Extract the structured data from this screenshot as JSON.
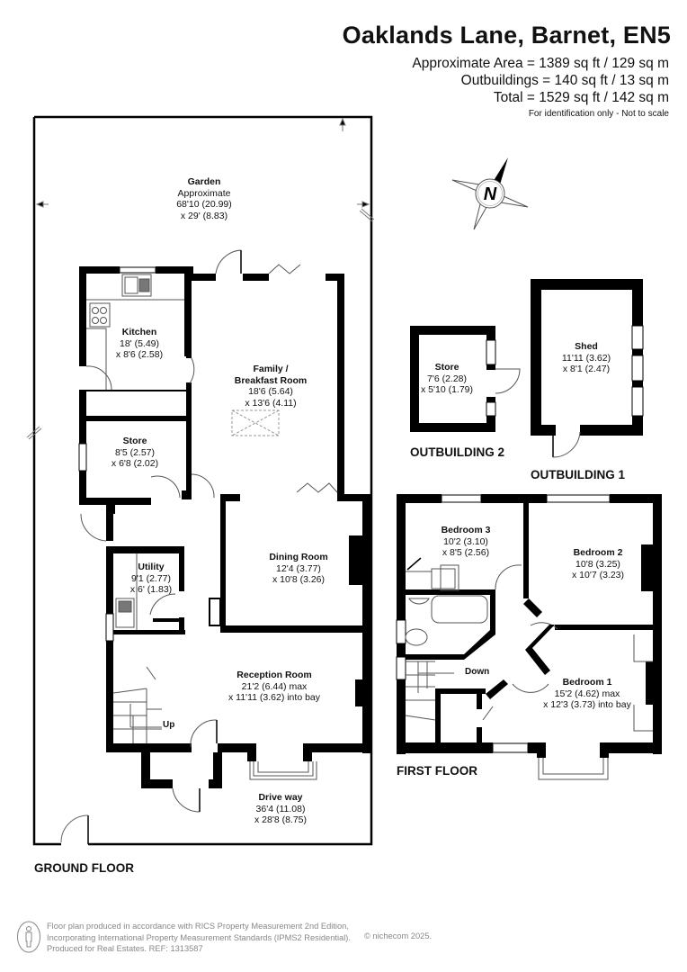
{
  "header": {
    "title": "Oaklands Lane, Barnet, EN5",
    "approximate_area": "Approximate Area = 1389 sq ft / 129 sq m",
    "outbuildings_area": "Outbuildings = 140 sq ft / 13 sq m",
    "total_area": "Total = 1529 sq ft / 142 sq m",
    "note": "For identification only - Not to scale"
  },
  "compass": {
    "icon": "north-compass-icon",
    "letter": "N"
  },
  "ground_floor": {
    "label": "GROUND FLOOR",
    "rooms": [
      {
        "id": "garden",
        "name": "Garden",
        "lines": [
          "Approximate",
          "68'10 (20.99)",
          "x 29' (8.83)"
        ]
      },
      {
        "id": "kitchen",
        "name": "Kitchen",
        "lines": [
          "18' (5.49)",
          "x 8'6 (2.58)"
        ]
      },
      {
        "id": "family",
        "name": "Family /",
        "name2": "Breakfast Room",
        "lines": [
          "18'6 (5.64)",
          "x 13'6 (4.11)"
        ]
      },
      {
        "id": "store",
        "name": "Store",
        "lines": [
          "8'5 (2.57)",
          "x 6'8 (2.02)"
        ]
      },
      {
        "id": "dining",
        "name": "Dining Room",
        "lines": [
          "12'4 (3.77)",
          "x 10'8 (3.26)"
        ]
      },
      {
        "id": "utility",
        "name": "Utility",
        "lines": [
          "9'1 (2.77)",
          "x 6' (1.83)"
        ]
      },
      {
        "id": "reception",
        "name": "Reception Room",
        "lines": [
          "21'2 (6.44) max",
          "x 11'11 (3.62) into bay"
        ]
      },
      {
        "id": "driveway",
        "name": "Drive way",
        "lines": [
          "36'4 (11.08)",
          "x 28'8 (8.75)"
        ]
      }
    ],
    "stairs_label": "Up"
  },
  "outbuildings": [
    {
      "label": "OUTBUILDING 2",
      "room": {
        "name": "Store",
        "lines": [
          "7'6 (2.28)",
          "x 5'10 (1.79)"
        ]
      }
    },
    {
      "label": "OUTBUILDING 1",
      "room": {
        "name": "Shed",
        "lines": [
          "11'11 (3.62)",
          "x 8'1 (2.47)"
        ]
      }
    }
  ],
  "first_floor": {
    "label": "FIRST FLOOR",
    "rooms": [
      {
        "id": "bed3",
        "name": "Bedroom 3",
        "lines": [
          "10'2 (3.10)",
          "x 8'5 (2.56)"
        ]
      },
      {
        "id": "bed2",
        "name": "Bedroom 2",
        "lines": [
          "10'8 (3.25)",
          "x 10'7 (3.23)"
        ]
      },
      {
        "id": "bed1",
        "name": "Bedroom 1",
        "lines": [
          "15'2 (4.62) max",
          "x 12'3 (3.73) into bay"
        ]
      }
    ],
    "stairs_label": "Down"
  },
  "footer": {
    "line1": "Floor plan produced in accordance with RICS Property Measurement 2nd Edition,",
    "line2": "Incorporating International Property Measurement Standards (IPMS2 Residential).",
    "line3": "Produced for Real Estates.   REF: 1313587",
    "copyright": "© nichecom 2025."
  },
  "colors": {
    "wall": "#000000",
    "background": "#ffffff",
    "footer_text": "#888888",
    "fixture_line": "#555555"
  }
}
